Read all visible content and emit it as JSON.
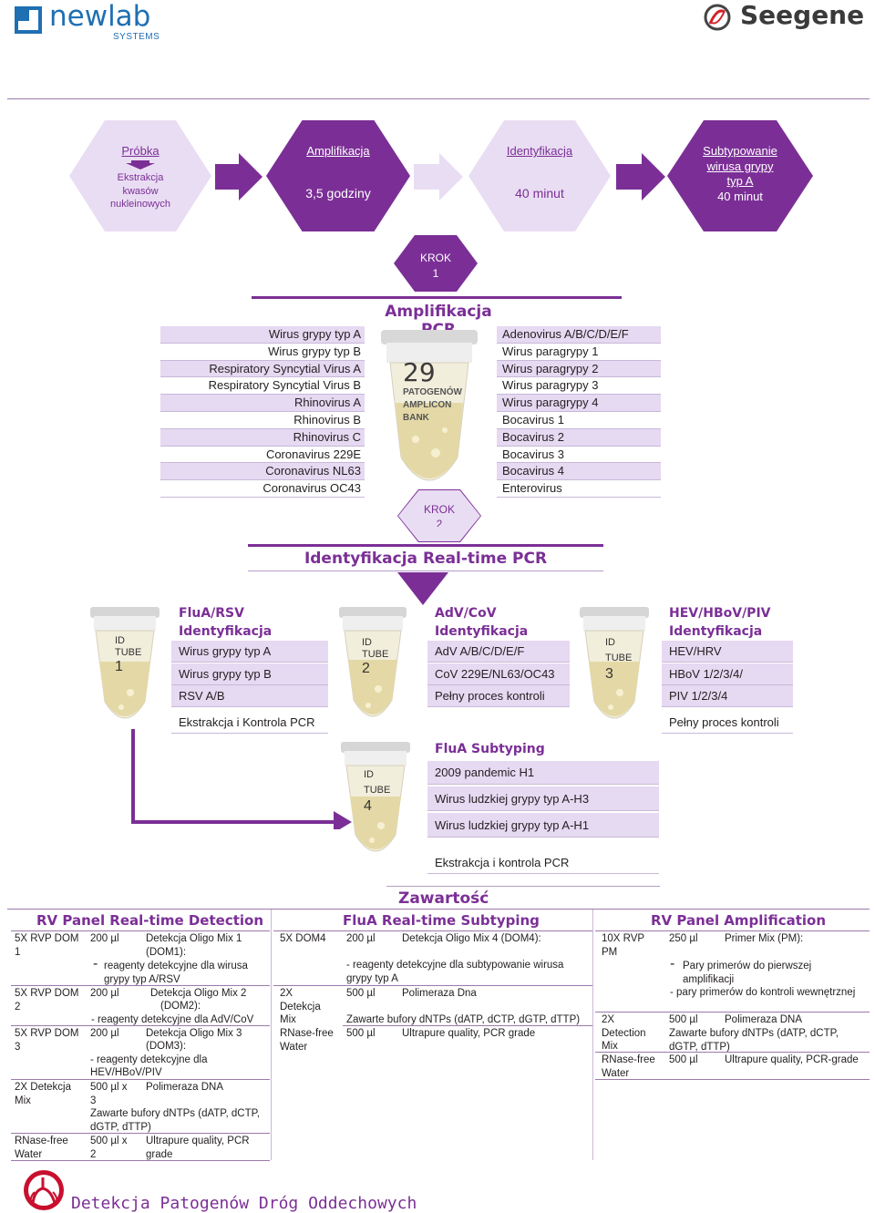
{
  "header": {
    "newlab_logo_text": "newlab",
    "newlab_logo_sub": "SYSTEMS",
    "seegene_logo_text": "Seegene"
  },
  "flow": {
    "step1": {
      "title": "Próbka",
      "sub": "Ekstrakcja kwasów nukleinowych"
    },
    "step2": {
      "title": "Amplifikacja",
      "sub": "3,5 godziny"
    },
    "step3": {
      "title": "Identyfikacja",
      "sub": "40 minut"
    },
    "step4": {
      "title": "Subtypowanie wirusa grypy typ A",
      "sub": "40 minut"
    }
  },
  "krok1": {
    "line1": "KROK",
    "line2": "1"
  },
  "krok2": {
    "line1": "KROK",
    "line2": "2"
  },
  "amplification": {
    "title": "Amplifikacja PCR",
    "tube_label_num": "29",
    "tube_label_l1": "PATOGENÓW",
    "tube_label_l2": "AMPLICON",
    "tube_label_l3": "BANK",
    "left": [
      "Wirus grypy typ A",
      "Wirus grypy typ B",
      "Respiratory Syncytial Virus A",
      "Respiratory Syncytial Virus B",
      "Rhinovirus A",
      "Rhinovirus B",
      "Rhinovirus C",
      "Coronavirus 229E",
      "Coronavirus NL63",
      "Coronavirus OC43"
    ],
    "right": [
      "Adenovirus A/B/C/D/E/F",
      "Wirus paragrypy 1",
      "Wirus paragrypy 2",
      "Wirus paragrypy 3",
      "Wirus paragrypy 4",
      "Bocavirus 1",
      "Bocavirus 2",
      "Bocavirus 3",
      "Bocavirus 4",
      "Enterovirus"
    ]
  },
  "identification": {
    "title": "Identyfikacja Real-time PCR",
    "tube_id": "ID",
    "tube_word": "TUBE",
    "panel1": {
      "num": "1",
      "title1": "FluA/RSV",
      "title2": "Identyfikacja",
      "rows": [
        "Wirus grypy typ A",
        "Wirus grypy typ B",
        "RSV A/B",
        "Ekstrakcja i Kontrola PCR"
      ]
    },
    "panel2": {
      "num": "2",
      "title1": "AdV/CoV",
      "title2": "Identyfikacja",
      "rows": [
        "AdV A/B/C/D/E/F",
        "CoV 229E/NL63/OC43",
        "Pełny proces kontroli"
      ]
    },
    "panel3": {
      "num": "3",
      "title1": "HEV/HBoV/PIV",
      "title2": "Identyfikacja",
      "rows": [
        "HEV/HRV",
        "HBoV 1/2/3/4/",
        "PIV 1/2/3/4",
        "Pełny proces kontroli"
      ]
    },
    "panel4": {
      "num": "4",
      "title1": "FluA Subtyping",
      "rows": [
        "2009 pandemic H1",
        "Wirus ludzkiej grypy typ A-H3",
        "Wirus ludzkiej grypy typ A-H1",
        "Ekstrakcja i kontrola PCR"
      ]
    }
  },
  "contents": {
    "title": "Zawartość",
    "col1": {
      "title": "RV Panel Real-time Detection",
      "r1": {
        "name": "5X RVP DOM 1",
        "vol": "200 µl",
        "desc1": "Detekcja Oligo Mix 1",
        "desc2": "(DOM1):",
        "dash": "-",
        "desc3": "reagenty detekcyjne dla wirusa",
        "desc4": "grypy typ A/RSV"
      },
      "r2": {
        "name": "5X RVP DOM 2",
        "vol": "200 µl",
        "desc1": "Detekcja Oligo Mix 2",
        "desc2": "(DOM2):",
        "desc3": "- reagenty detekcyjne dla AdV/CoV"
      },
      "r3": {
        "name": "5X RVP DOM 3",
        "vol": "200 µl",
        "desc1": "Detekcja Oligo Mix 3",
        "desc2": "(DOM3):",
        "desc3": "- reagenty detekcyjne dla",
        "desc4": "HEV/HBoV/PIV"
      },
      "r4": {
        "name": "2X Detekcja Mix",
        "vol": "500 µl x 3",
        "desc1": "Polimeraza DNA",
        "desc2": "Zawarte bufory dNTPs (dATP, dCTP, dGTP, dTTP)"
      },
      "r5": {
        "name": "RNase-free Water",
        "vol": "500 µl x 2",
        "desc1": "Ultrapure quality, PCR grade"
      }
    },
    "col2": {
      "title": "FluA Real-time Subtyping",
      "r1": {
        "name": "5X DOM4",
        "vol": "200 µl",
        "desc1": "Detekcja Oligo Mix 4 (DOM4):",
        "desc2": "- reagenty detekcyjne dla subtypowanie wirusa",
        "desc3": "grypy typ A"
      },
      "r2": {
        "name": "2X Detekcja Mix",
        "vol": "500 µl",
        "desc1": "Polimeraza Dna",
        "desc2": "Zawarte bufory dNTPs (dATP, dCTP, dGTP, dTTP)"
      },
      "r3": {
        "name": "RNase-free Water",
        "vol": "500 µl",
        "desc1": "Ultrapure quality, PCR grade"
      }
    },
    "col3": {
      "title": "RV Panel Amplification",
      "r1": {
        "name": "10X RVP PM",
        "vol": "250 µl",
        "desc1": "Primer Mix (PM):",
        "dash": "-",
        "desc2": "Pary primerów do pierwszej",
        "desc3": "amplifikacji",
        "desc4": "- pary primerów do kontroli wewnętrznej"
      },
      "r2": {
        "name": "2X Detection Mix",
        "vol": "500 µl",
        "desc1": "Polimeraza DNA",
        "desc2": "Zawarte bufory dNTPs (dATP, dCTP, dGTP, dTTP)"
      },
      "r3": {
        "name": "RNase-free Water",
        "vol": "500 µl",
        "desc1": "Ultrapure quality, PCR-grade"
      }
    }
  },
  "footer": {
    "title": "Detekcja Patogenów Dróg Oddechowych"
  },
  "colors": {
    "purple": "#7b2f96",
    "lavender": "#e6d9f2",
    "light_hex": "#e9ddf3"
  }
}
